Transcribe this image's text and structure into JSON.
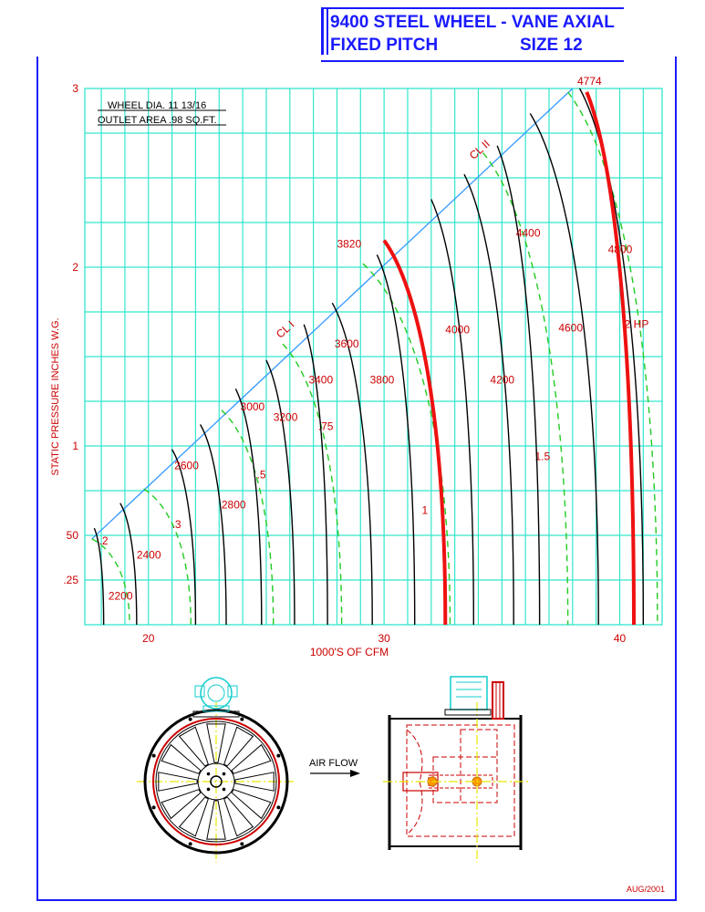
{
  "header": {
    "line1": "9400 STEEL WHEEL - VANE AXIAL",
    "line2_left": "FIXED PITCH",
    "line2_right": "SIZE 12"
  },
  "info": {
    "wheel_dia": "WHEEL DIA. 11 13/16",
    "outlet_area": "OUTLET AREA .98 SQ.FT."
  },
  "footer": {
    "date": "AUG/2001"
  },
  "diagram": {
    "air_flow_label": "AIR FLOW"
  },
  "colors": {
    "grid": "#33e6cc",
    "rpm_curve": "#000000",
    "hp_curve": "#22cc22",
    "limit_line": "#3399ff",
    "highlight": "#ee1111",
    "text": "#cc0000",
    "title": "#1a1aff"
  },
  "chart_data": {
    "type": "line",
    "xlabel": "1000'S OF CFM",
    "ylabel": "STATIC PRESSURE INCHES W.G.",
    "x_ticks": [
      "20",
      "30",
      "40"
    ],
    "y_ticks": [
      "3",
      "2",
      "1",
      "50",
      ".25"
    ],
    "xlim": [
      17.3,
      41.8
    ],
    "ylim": [
      0,
      3
    ],
    "limit_lines": [
      "CL I",
      "CL II"
    ],
    "rpm_curves": [
      {
        "rpm": "2200",
        "x_top": 17.7,
        "y_top": 0.54,
        "x_bottom": 18.1
      },
      {
        "rpm": "2400",
        "x_top": 18.8,
        "y_top": 0.68,
        "x_bottom": 19.5
      },
      {
        "rpm": "2600",
        "x_top": 21.0,
        "y_top": 0.98,
        "x_bottom": 22.0
      },
      {
        "rpm": "2800",
        "x_top": 22.2,
        "y_top": 1.12,
        "x_bottom": 23.3
      },
      {
        "rpm": "3000",
        "x_top": 23.7,
        "y_top": 1.32,
        "x_bottom": 24.8
      },
      {
        "rpm": "3200",
        "x_top": 25.0,
        "y_top": 1.48,
        "x_bottom": 26.2
      },
      {
        "rpm": "3400",
        "x_top": 26.6,
        "y_top": 1.68,
        "x_bottom": 27.6
      },
      {
        "rpm": "3600",
        "x_top": 27.8,
        "y_top": 1.8,
        "x_bottom": 29.5
      },
      {
        "rpm": "3800",
        "x_top": 29.7,
        "y_top": 2.07,
        "x_bottom": 31.3
      },
      {
        "rpm": "4000",
        "x_top": 32.0,
        "y_top": 2.38,
        "x_bottom": 33.8
      },
      {
        "rpm": "4200",
        "x_top": 33.4,
        "y_top": 2.52,
        "x_bottom": 35.5
      },
      {
        "rpm": "4400",
        "x_top": 34.8,
        "y_top": 2.68,
        "x_bottom": 36.6
      },
      {
        "rpm": "4600",
        "x_top": 36.2,
        "y_top": 2.86,
        "x_bottom": 39.1
      },
      {
        "rpm": "4800",
        "x_top": 38.3,
        "y_top": 3.0,
        "x_bottom": 41.0
      }
    ],
    "highlight_curves": [
      {
        "rpm": "3820",
        "x_top": 30.0,
        "y_top": 2.15,
        "x_bottom": 32.6
      },
      {
        "rpm": "4774",
        "x_top": 38.6,
        "y_top": 2.98,
        "x_bottom": 40.6
      }
    ],
    "hp_curves": [
      {
        "hp": ".2",
        "x_top": 17.6,
        "y_top": 0.48,
        "x_bottom": 19.2
      },
      {
        "hp": ".3",
        "x_top": 19.8,
        "y_top": 0.76,
        "x_bottom": 21.8
      },
      {
        "hp": ".5",
        "x_top": 23.1,
        "y_top": 1.2,
        "x_bottom": 25.3
      },
      {
        "hp": ".75",
        "x_top": 25.7,
        "y_top": 1.57,
        "x_bottom": 28.2
      },
      {
        "hp": "1",
        "x_top": 29.1,
        "y_top": 2.02,
        "x_bottom": 32.8
      },
      {
        "hp": "1.5",
        "x_top": 34.2,
        "y_top": 2.64,
        "x_bottom": 37.8
      },
      {
        "hp": "2 HP",
        "x_top": 37.8,
        "y_top": 2.98,
        "x_bottom": 41.6
      }
    ]
  }
}
